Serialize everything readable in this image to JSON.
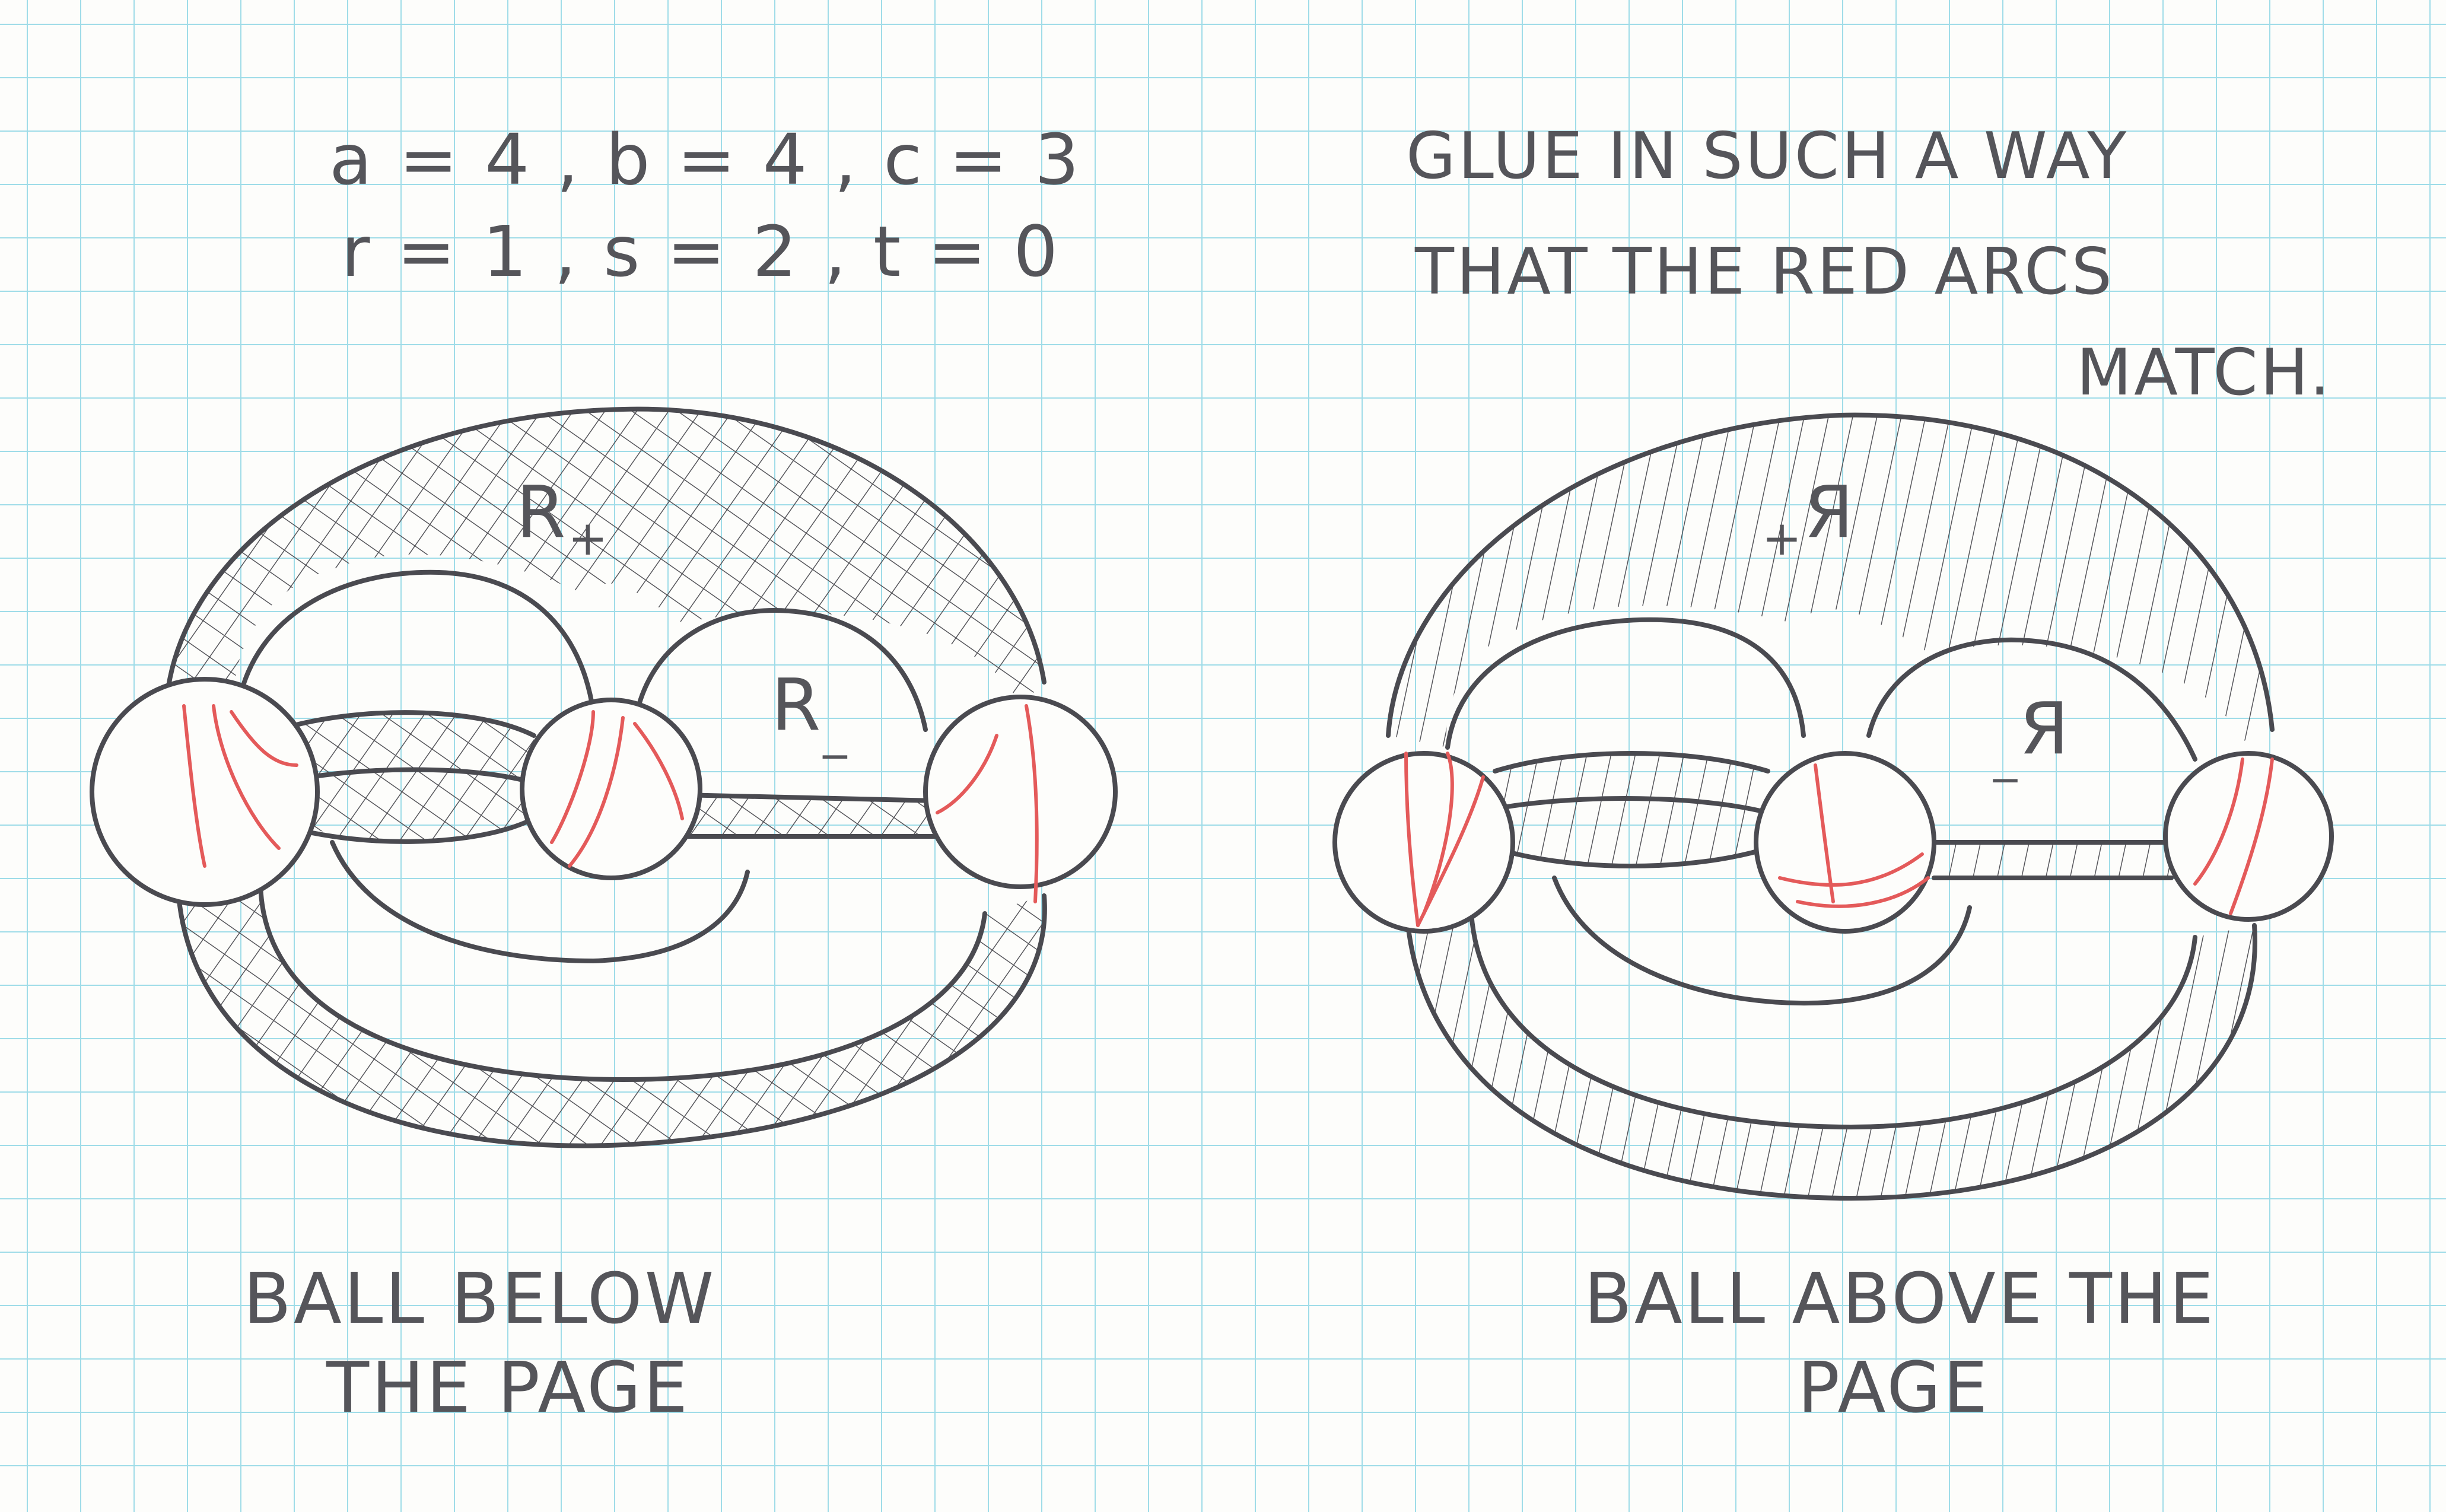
{
  "params": {
    "line1": "a = 4 ,  b = 4 , c = 3",
    "line2": "r = 1 ,  s = 2 ,  t = 0"
  },
  "instructions": {
    "line1": "GLUE  IN  SUCH  A  WAY",
    "line2": "THAT  THE  RED  ARCS",
    "line3": "MATCH."
  },
  "left_figure": {
    "region_top": "R",
    "region_top_sub": "+",
    "region_bottom": "R",
    "region_bottom_sub": "_",
    "caption_line1": "BALL   BELOW",
    "caption_line2": "THE   PAGE"
  },
  "right_figure": {
    "region_top": "Я",
    "region_top_sub": "+",
    "region_bottom": "Я",
    "region_bottom_sub": "_",
    "caption_line1": "BALL   ABOVE  THE",
    "caption_line2": "PAGE"
  },
  "colors": {
    "grid": "#9fdce8",
    "ink": "#4a4a50",
    "red_arc": "#e45a5a",
    "paper": "#fdfdfb"
  }
}
